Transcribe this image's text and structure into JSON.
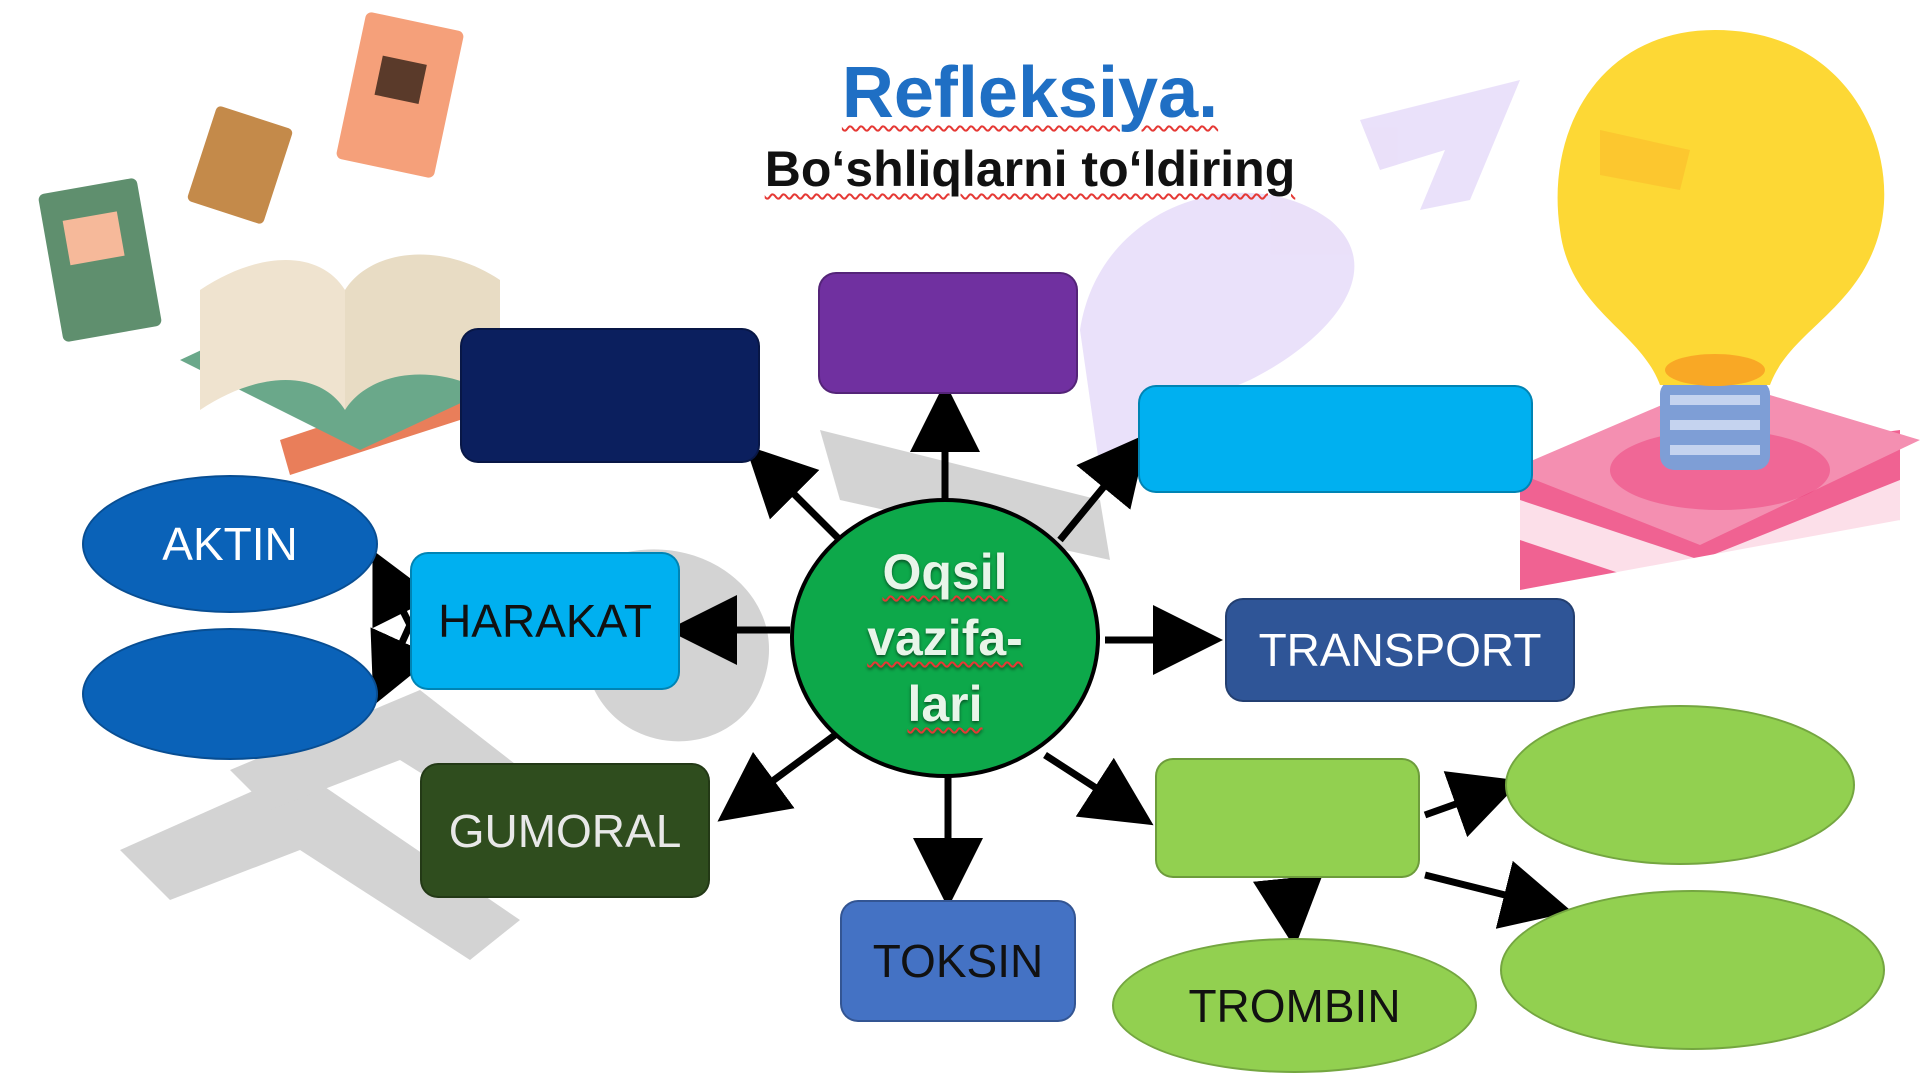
{
  "header": {
    "title": "Refleksiya.",
    "subtitle": "Bo‘shliqlarni to‘ldiring"
  },
  "center": {
    "lines": [
      "Oqsil",
      "vazifa-",
      "lari"
    ],
    "color": "#0da84a"
  },
  "nodes": {
    "top_left_box": {
      "label": "",
      "color": "#0b1f5e"
    },
    "top_box": {
      "label": "",
      "color": "#7030a0"
    },
    "top_right_box": {
      "label": "",
      "color": "#00b0f0"
    },
    "harakat": {
      "label": "HARAKAT",
      "color": "#00b0f0"
    },
    "aktin": {
      "label": "AKTIN",
      "color": "#0a62b8"
    },
    "blank_oval_left": {
      "label": "",
      "color": "#0a62b8"
    },
    "transport": {
      "label": "TRANSPORT",
      "color": "#2f5597"
    },
    "gumoral": {
      "label": "GUMORAL",
      "color": "#2f4d1e"
    },
    "toksin": {
      "label": "TOKSIN",
      "color": "#4472c4"
    },
    "right_green_box": {
      "label": "",
      "color": "#92d050"
    },
    "trombin": {
      "label": "TROMBIN",
      "color": "#92d050"
    },
    "blank_oval_right_top": {
      "label": "",
      "color": "#92d050"
    },
    "blank_oval_right_bottom": {
      "label": "",
      "color": "#92d050"
    }
  },
  "icons": [
    "open-book-stack-icon",
    "flying-book-icon",
    "light-bulb-icon",
    "pink-book-icon"
  ]
}
